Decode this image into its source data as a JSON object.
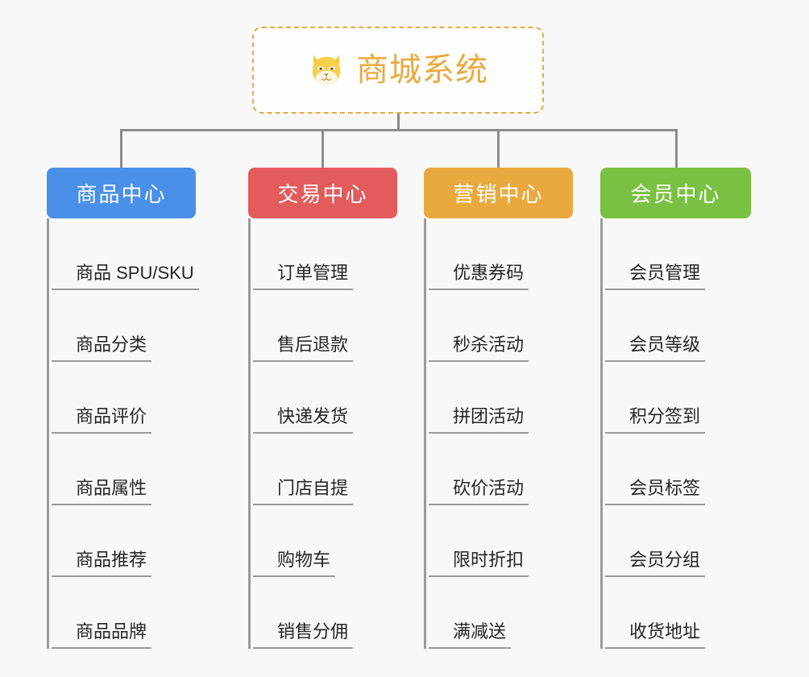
{
  "root": {
    "title": "商城系统",
    "icon": "shiba-dog-face-icon",
    "border_color": "#eaa93f",
    "text_color": "#eaa93f"
  },
  "canvas": {
    "background_color": "#f8f8f8",
    "connector_color": "#8c8c8c"
  },
  "branches": [
    {
      "label": "商品中心",
      "color": "#4a90e8",
      "leaves": [
        "商品 SPU/SKU",
        "商品分类",
        "商品评价",
        "商品属性",
        "商品推荐",
        "商品品牌"
      ]
    },
    {
      "label": "交易中心",
      "color": "#e25c5c",
      "leaves": [
        "订单管理",
        "售后退款",
        "快递发货",
        "门店自提",
        "购物车",
        "销售分佣"
      ]
    },
    {
      "label": "营销中心",
      "color": "#eaa93f",
      "leaves": [
        "优惠券码",
        "秒杀活动",
        "拼团活动",
        "砍价活动",
        "限时折扣",
        "满减送"
      ]
    },
    {
      "label": "会员中心",
      "color": "#7ac143",
      "leaves": [
        "会员管理",
        "会员等级",
        "积分签到",
        "会员标签",
        "会员分组",
        "收货地址"
      ]
    }
  ]
}
